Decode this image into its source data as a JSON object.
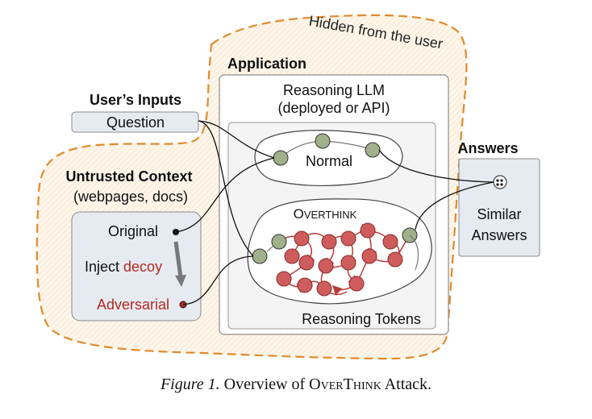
{
  "hidden_label": "Hidden from the user",
  "application": {
    "title": "Application"
  },
  "user_inputs": {
    "title": "User’s Inputs",
    "question": "Question"
  },
  "untrusted": {
    "title": "Untrusted Context",
    "subtitle": "(webpages, docs)",
    "original": "Original",
    "inject_prefix": "Inject ",
    "inject_word": "decoy",
    "adversarial": "Adversarial"
  },
  "llm": {
    "title_line1": "Reasoning LLM",
    "title_line2": "(deployed or API)"
  },
  "normal": {
    "label": "Normal"
  },
  "overthink": {
    "label_head": "O",
    "label_tail": "VERTHINK"
  },
  "reasoning_tokens": "Reasoning Tokens",
  "answers": {
    "title": "Answers",
    "line1": "Similar",
    "line2": "Answers"
  },
  "caption": {
    "figure": "Figure 1.",
    "text_before": " Overview of ",
    "name": "OverThink",
    "text_after": " Attack."
  },
  "colors": {
    "hidden_border": "#e08a2c",
    "hidden_fill": "#fdf3e6",
    "box_fill": "#e6ebf2",
    "green_node": "#9fb08a",
    "red_node": "#cf5c5c",
    "red_edge": "#b83b3b",
    "decoy_text": "#b52a1e"
  },
  "icons": [
    "arrow-down-icon",
    "flow-arrow-icon",
    "merge-node-icon"
  ]
}
